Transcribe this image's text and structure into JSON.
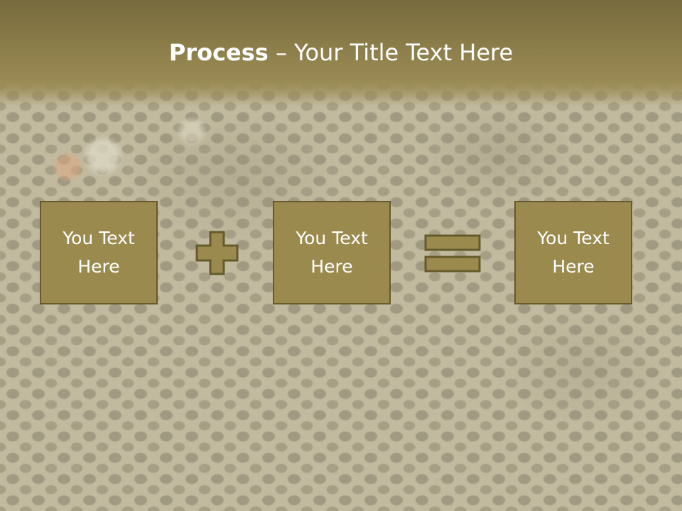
{
  "slide": {
    "title_bold": "Process",
    "title_rest": " – Your Title Text Here",
    "boxes": [
      {
        "text": "You Text Here"
      },
      {
        "text": "You Text Here"
      },
      {
        "text": "You Text Here"
      }
    ],
    "operators": [
      "plus-icon",
      "equals-icon"
    ],
    "colors": {
      "header": "#8a7c49",
      "box_fill": "#9b8a4e",
      "box_border": "#655a2c",
      "text": "#ffffff"
    }
  }
}
